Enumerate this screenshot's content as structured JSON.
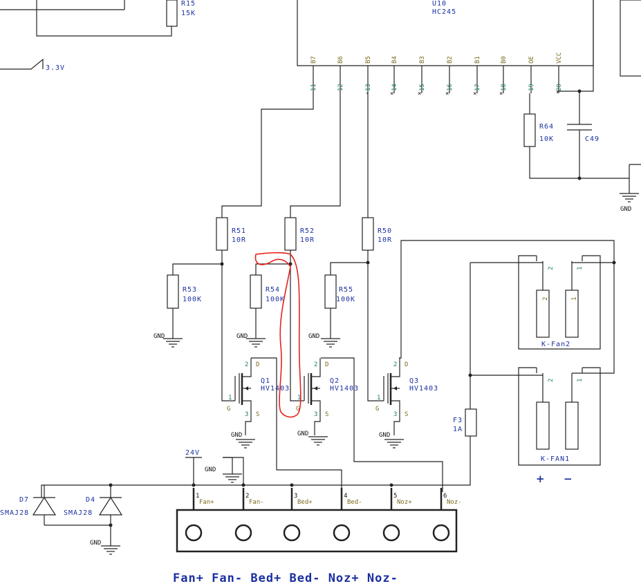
{
  "ic": {
    "ref": "U10",
    "part": "HC245",
    "pins": [
      {
        "name": "B7",
        "num": "11"
      },
      {
        "name": "B6",
        "num": "12"
      },
      {
        "name": "B5",
        "num": "13"
      },
      {
        "name": "B4",
        "num": "14"
      },
      {
        "name": "B3",
        "num": "15"
      },
      {
        "name": "B2",
        "num": "16"
      },
      {
        "name": "B1",
        "num": "17"
      },
      {
        "name": "B0",
        "num": "18"
      },
      {
        "name": "OE",
        "num": "19"
      },
      {
        "name": "VCC",
        "num": "20"
      }
    ]
  },
  "r15": {
    "ref": "R15",
    "val": "15K"
  },
  "rail33": "3.3V",
  "r64": {
    "ref": "R64",
    "val": "10K"
  },
  "c49": "C49",
  "gnd": "GND",
  "r51": {
    "ref": "R51",
    "val": "10R"
  },
  "r52": {
    "ref": "R52",
    "val": "10R"
  },
  "r50": {
    "ref": "R50",
    "val": "10R"
  },
  "r53": {
    "ref": "R53",
    "val": "100K"
  },
  "r54": {
    "ref": "R54",
    "val": "100K"
  },
  "r55": {
    "ref": "R55",
    "val": "100K"
  },
  "q1": {
    "ref": "Q1",
    "part": "HV1403"
  },
  "q2": {
    "ref": "Q2",
    "part": "HV1403"
  },
  "q3": {
    "ref": "Q3",
    "part": "HV1403"
  },
  "mos": {
    "g": "G",
    "d": "D",
    "s": "S",
    "p1": "1",
    "p2": "2",
    "p3": "3"
  },
  "kfan2": "K-Fan2",
  "kfan1": "K-FAN1",
  "kpin1": "1",
  "kpin2": "2",
  "plus": "+",
  "minus": "−",
  "f3": {
    "ref": "F3",
    "val": "1A"
  },
  "rail24": "24V",
  "d7": {
    "ref": "D7",
    "part": "SMAJ28"
  },
  "d4": {
    "ref": "D4",
    "part": "SMAJ28"
  },
  "terminal": [
    {
      "num": "1",
      "name": "Fan+"
    },
    {
      "num": "2",
      "name": "Fan-"
    },
    {
      "num": "3",
      "name": "Bed+"
    },
    {
      "num": "4",
      "name": "Bed-"
    },
    {
      "num": "5",
      "name": "Noz+"
    },
    {
      "num": "6",
      "name": "Noz-"
    }
  ],
  "bottom_label": "Fan+ Fan- Bed+ Bed- Noz+ Noz-",
  "annotation_color": "#e8201c"
}
